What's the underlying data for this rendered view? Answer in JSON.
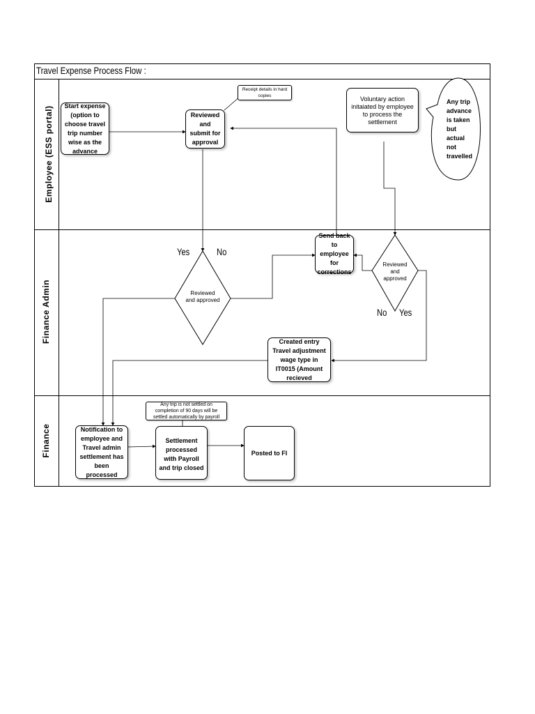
{
  "title": "Travel Expense Process Flow :",
  "lanes": {
    "employee": "Employee (ESS portal)",
    "finance_admin": "Finance Admin",
    "finance": "Finance"
  },
  "nodes": {
    "start_expense": "Start expense (option to choose travel trip number wise as the advance",
    "reviewed_submit": "Reviewed and submit for approval",
    "receipt_note": "Receipt details in hard copies",
    "voluntary_action": "Voluntary action initaiated by employee to process the settlement",
    "bubble": "Any trip advance is taken but actual not travelled",
    "send_back": "Send back to employee for corrections",
    "diamond_left": "Reviewed and approved",
    "diamond_right": "Reviewed and approved",
    "created_entry": "Created entry Travel adjustment wage type in IT0015 (Amount recieved",
    "notification": "Notification to employee and Travel admin settlement has been processed",
    "settlement": "Settlement processed with Payroll and trip closed",
    "posted": "Posted to FI",
    "auto_note": "Any trip is not settled on completion of 90 days will be settled automatically by payroll"
  },
  "labels": {
    "yes_left": "Yes",
    "no_left": "No",
    "no_right": "No",
    "yes_right": "Yes"
  }
}
